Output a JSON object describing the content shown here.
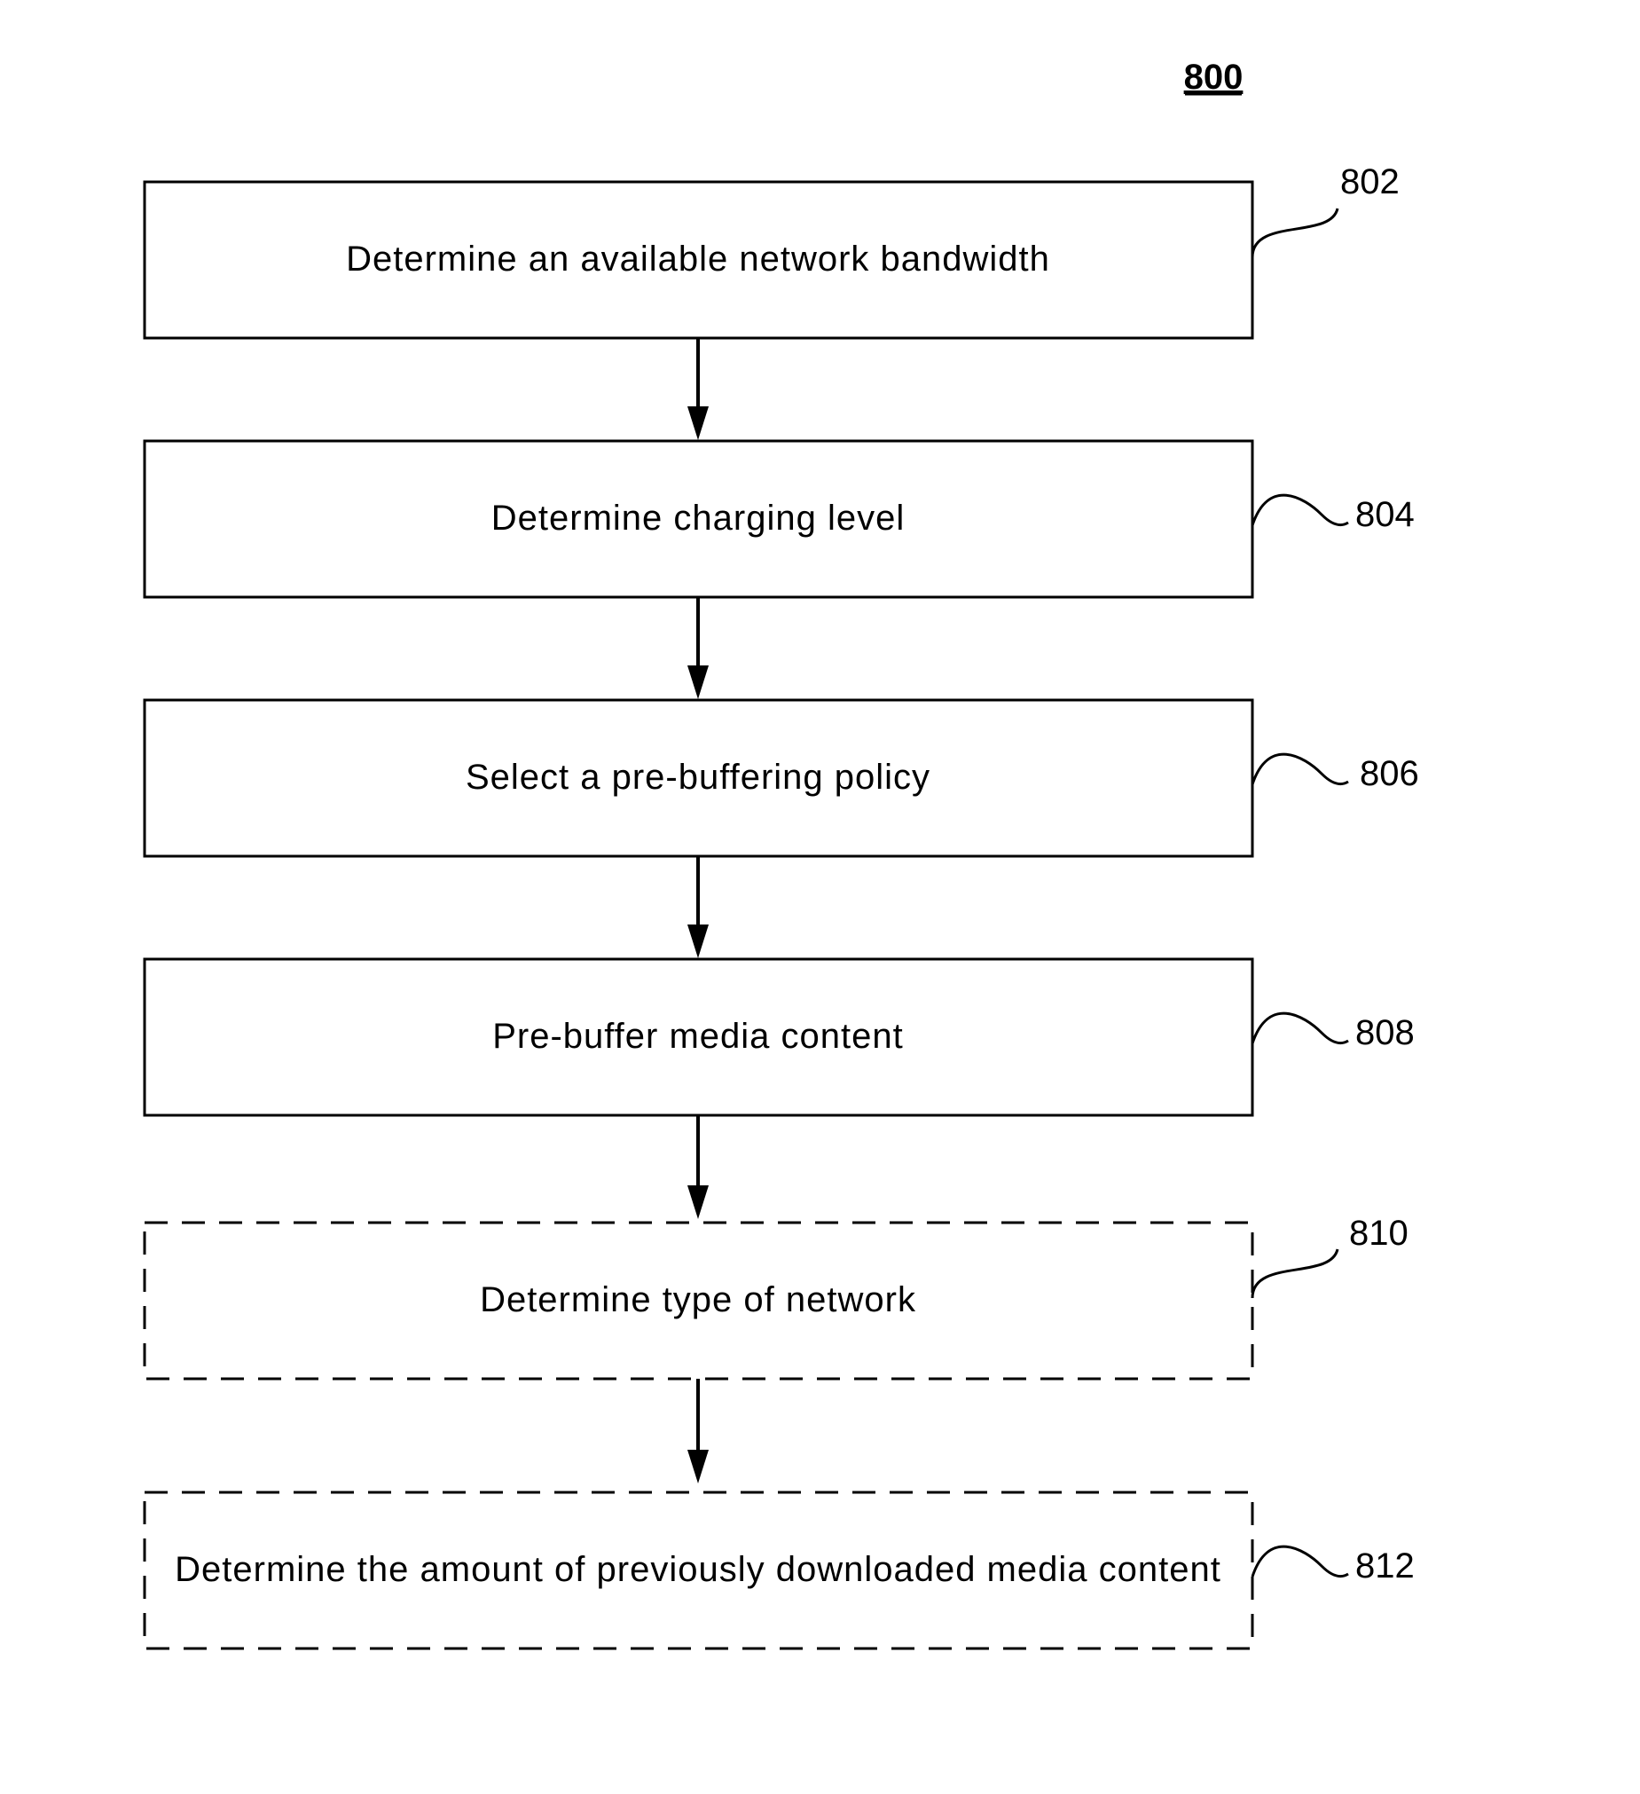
{
  "figure": {
    "label": "800"
  },
  "steps": [
    {
      "ref": "802",
      "text": "Determine an available network bandwidth",
      "optional": false
    },
    {
      "ref": "804",
      "text": "Determine charging level",
      "optional": false
    },
    {
      "ref": "806",
      "text": "Select a pre-buffering policy",
      "optional": false
    },
    {
      "ref": "808",
      "text": "Pre-buffer media content",
      "optional": false
    },
    {
      "ref": "810",
      "text": "Determine type of network",
      "optional": true
    },
    {
      "ref": "812",
      "text": "Determine the amount of previously downloaded media content",
      "optional": true
    }
  ]
}
